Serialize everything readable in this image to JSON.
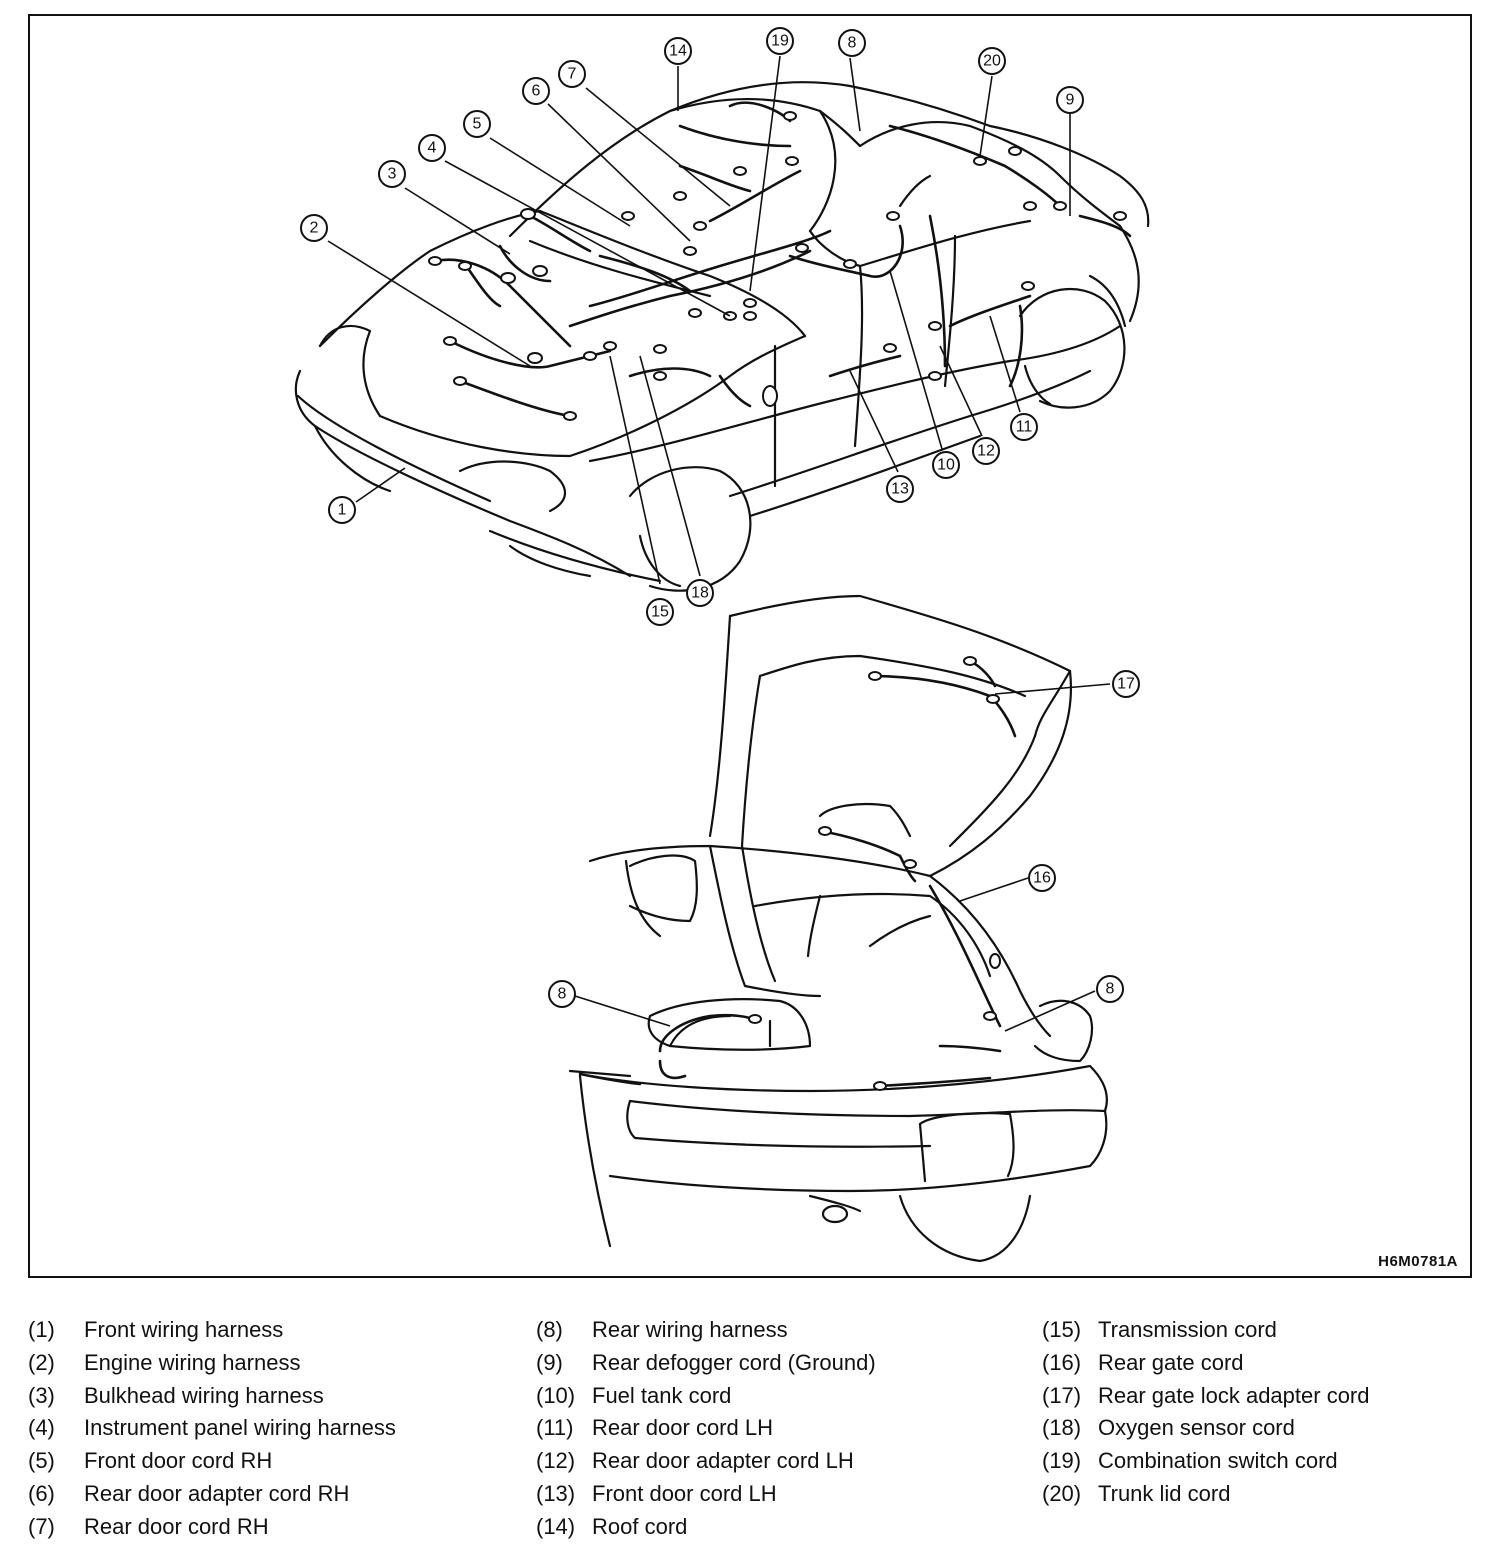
{
  "figure": {
    "code": "H6M0781A"
  },
  "callouts": [
    "1",
    "2",
    "3",
    "4",
    "5",
    "6",
    "7",
    "8",
    "9",
    "10",
    "11",
    "12",
    "13",
    "14",
    "15",
    "16",
    "17",
    "18",
    "19",
    "20"
  ],
  "legend": {
    "columns": [
      [
        {
          "num": "(1)",
          "label": "Front wiring harness"
        },
        {
          "num": "(2)",
          "label": "Engine wiring harness"
        },
        {
          "num": "(3)",
          "label": "Bulkhead wiring harness"
        },
        {
          "num": "(4)",
          "label": "Instrument panel wiring harness"
        },
        {
          "num": "(5)",
          "label": "Front door cord RH"
        },
        {
          "num": "(6)",
          "label": "Rear door adapter cord RH"
        },
        {
          "num": "(7)",
          "label": "Rear door cord RH"
        }
      ],
      [
        {
          "num": "(8)",
          "label": "Rear wiring harness"
        },
        {
          "num": "(9)",
          "label": "Rear defogger cord (Ground)"
        },
        {
          "num": "(10)",
          "label": "Fuel tank cord"
        },
        {
          "num": "(11)",
          "label": "Rear door cord LH"
        },
        {
          "num": "(12)",
          "label": "Rear door adapter cord LH"
        },
        {
          "num": "(13)",
          "label": "Front door cord LH"
        },
        {
          "num": "(14)",
          "label": "Roof cord"
        }
      ],
      [
        {
          "num": "(15)",
          "label": "Transmission cord"
        },
        {
          "num": "(16)",
          "label": "Rear gate cord"
        },
        {
          "num": "(17)",
          "label": "Rear gate lock adapter cord"
        },
        {
          "num": "(18)",
          "label": "Oxygen sensor cord"
        },
        {
          "num": "(19)",
          "label": "Combination switch cord"
        },
        {
          "num": "(20)",
          "label": "Trunk lid cord"
        }
      ]
    ]
  }
}
